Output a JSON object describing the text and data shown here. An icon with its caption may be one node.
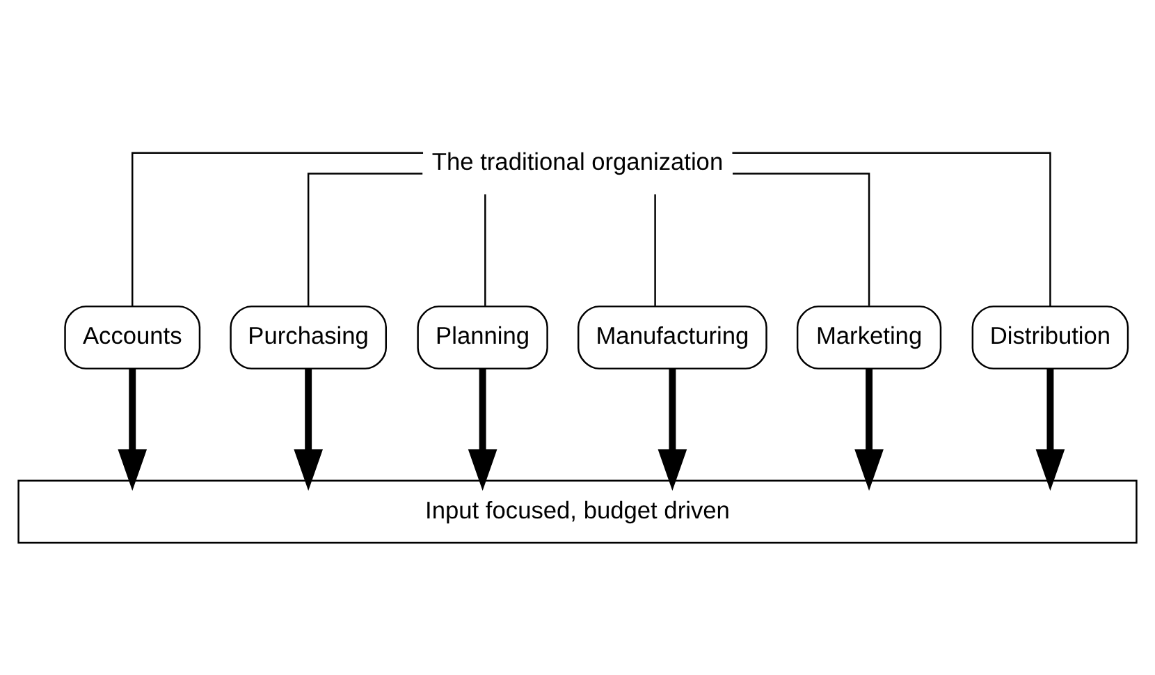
{
  "diagram": {
    "nodes": [
      {
        "text": [
          "The traditional organization"
        ]
      },
      {
        "text": [
          "Accounts"
        ]
      },
      {
        "text": [
          "Purchasing"
        ]
      },
      {
        "text": [
          "Planning"
        ]
      },
      {
        "text": [
          "Manufacturing"
        ]
      },
      {
        "text": [
          "Marketing"
        ]
      },
      {
        "text": [
          "Distribution"
        ]
      },
      {
        "text": [
          "Input focused, budget driven"
        ]
      }
    ],
    "edges": [
      {
        "from": 0,
        "to": 1,
        "arrow": "none"
      },
      {
        "from": 0,
        "to": 2,
        "arrow": "none"
      },
      {
        "from": 0,
        "to": 3,
        "arrow": "none"
      },
      {
        "from": 0,
        "to": 4,
        "arrow": "none"
      },
      {
        "from": 0,
        "to": 5,
        "arrow": "none"
      },
      {
        "from": 0,
        "to": 6,
        "arrow": "none"
      },
      {
        "from": 1,
        "to": 7,
        "arrow": "to",
        "style": "thick"
      },
      {
        "from": 2,
        "to": 7,
        "arrow": "to",
        "style": "thick"
      },
      {
        "from": 3,
        "to": 7,
        "arrow": "to",
        "style": "thick"
      },
      {
        "from": 4,
        "to": 7,
        "arrow": "to",
        "style": "thick"
      },
      {
        "from": 5,
        "to": 7,
        "arrow": "to",
        "style": "thick"
      },
      {
        "from": 6,
        "to": 7,
        "arrow": "to",
        "style": "thick"
      }
    ]
  }
}
